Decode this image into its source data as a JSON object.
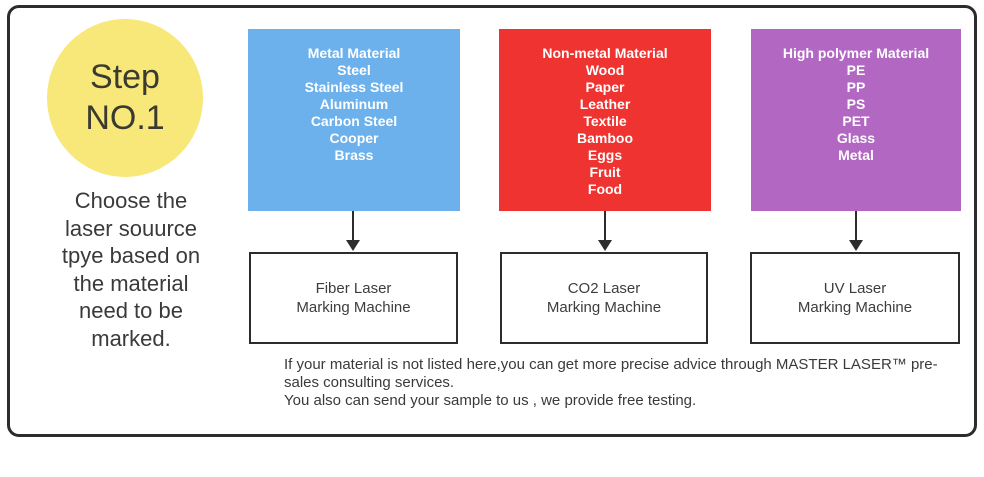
{
  "colors": {
    "frame_and_arrows": "#2c2c2c",
    "badge_background": "#f8e87a",
    "metal_box_background": "#6cb1ec",
    "nonmetal_box_background": "#ee3330",
    "polymer_box_background": "#b268c3",
    "dark_text": "#3a3a3a",
    "box_text": "#ffffff"
  },
  "step_badge": {
    "line1": "Step",
    "line2": "NO.1"
  },
  "instruction": "Choose the\nlaser souurce\ntpye based on\nthe material\nneed to be\nmarked.",
  "columns": [
    {
      "material_title": "Metal Material",
      "material_items": [
        "Steel",
        "Stainless Steel",
        "Aluminum",
        "Carbon Steel",
        "Cooper",
        "Brass"
      ],
      "machine_line1": "Fiber Laser",
      "machine_line2": "Marking Machine"
    },
    {
      "material_title": "Non-metal Material",
      "material_items": [
        "Wood",
        "Paper",
        "Leather",
        "Textile",
        "Bamboo",
        "Eggs",
        "Fruit",
        "Food"
      ],
      "machine_line1": "CO2 Laser",
      "machine_line2": "Marking Machine"
    },
    {
      "material_title": "High polymer Material",
      "material_items": [
        "PE",
        "PP",
        "PS",
        "PET",
        "Glass",
        "Metal"
      ],
      "machine_line1": "UV Laser",
      "machine_line2": "Marking Machine"
    }
  ],
  "footnote": {
    "lines": [
      "If your material is not listed here,you can get more precise advice through MASTER LASER™ pre-",
      "sales consulting services.",
      "You also can send your sample to us , we provide free testing."
    ]
  }
}
